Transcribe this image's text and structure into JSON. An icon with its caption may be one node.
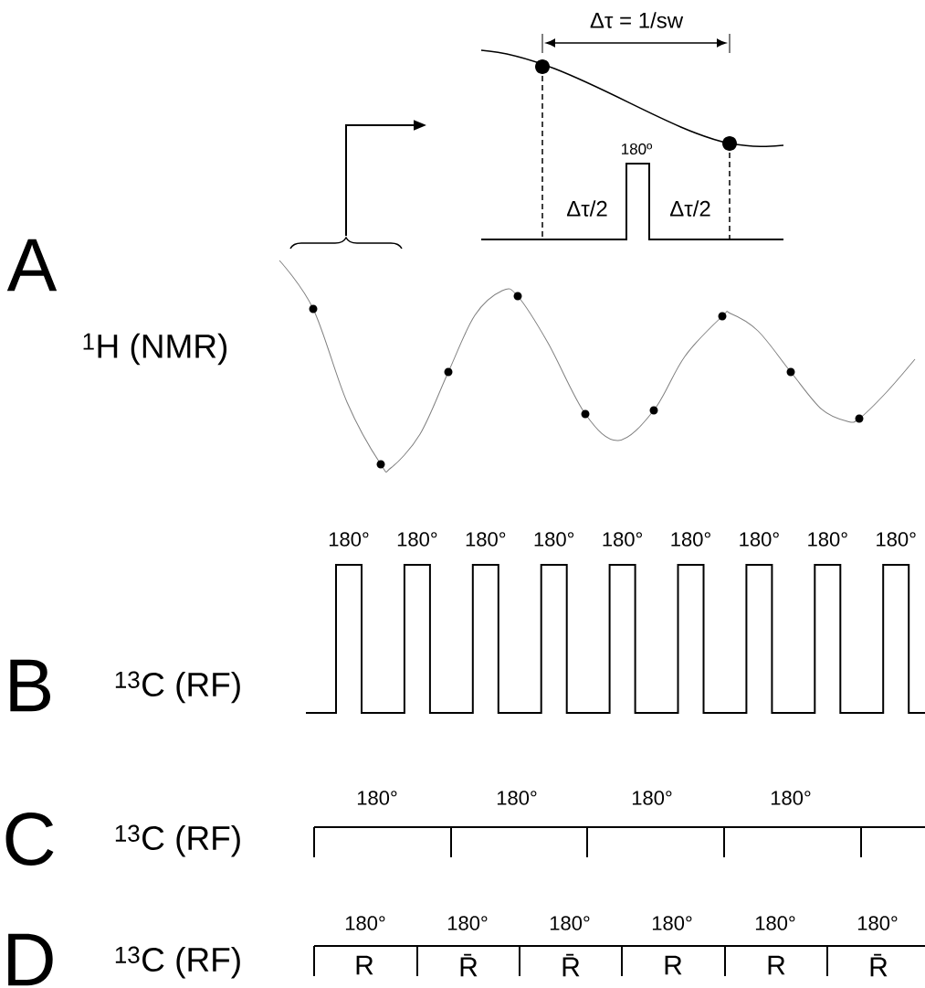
{
  "diagram": {
    "labels": [
      "Δτ = 1/sw",
      "180º",
      "Δτ/2",
      "Δτ/2",
      "A",
      "$^{1}$H (NMR)",
      "180°",
      "180°",
      "180°",
      "180°",
      "180°",
      "180°",
      "180°",
      "180°",
      "180°",
      "B",
      "$^{13}$C (RF)",
      "180°",
      "180°",
      "180°",
      "180°",
      "C",
      "$^{13}$C (RF)",
      "180°",
      "180°",
      "180°",
      "180°",
      "180°",
      "180°",
      "D",
      "$^{13}$C (RF)",
      "R",
      "R̄",
      "R̄",
      "R",
      "R",
      "R̄"
    ]
  }
}
